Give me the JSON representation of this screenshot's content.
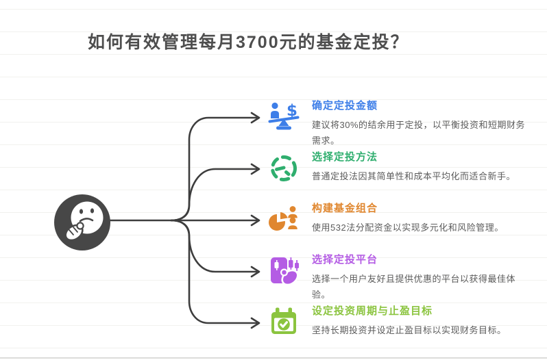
{
  "title": "如何有效管理每月3700元的基金定投？",
  "title_color": "#4e4e4e",
  "connector_color": "#3d3d3d",
  "center": {
    "icon": "thinking-face",
    "background_color": "#474747"
  },
  "branches": [
    {
      "title": "确定定投金额",
      "description": "建议将30%的结余用于定投，以平衡投资和短期财务需求。",
      "color": "#3d7ee8",
      "icon": "balance-scale-icon"
    },
    {
      "title": "选择定投方法",
      "description": "普通定投法因其简单性和成本平均化而适合新手。",
      "color": "#2fae6e",
      "icon": "dashed-clock-icon"
    },
    {
      "title": "构建基金组合",
      "description": "使用532法分配资金以实现多元化和风险管理。",
      "color": "#e0872f",
      "icon": "pie-chart-people-icon"
    },
    {
      "title": "选择定投平台",
      "description": "选择一个用户友好且提供优惠的平台以获得最佳体验。",
      "color": "#b45ce4",
      "icon": "phone-hand-icon"
    },
    {
      "title": "设定投资周期与止盈目标",
      "description": "坚持长期投资并设定止盈目标以实现财务目标。",
      "color": "#8bc43f",
      "icon": "calendar-check-icon"
    }
  ]
}
